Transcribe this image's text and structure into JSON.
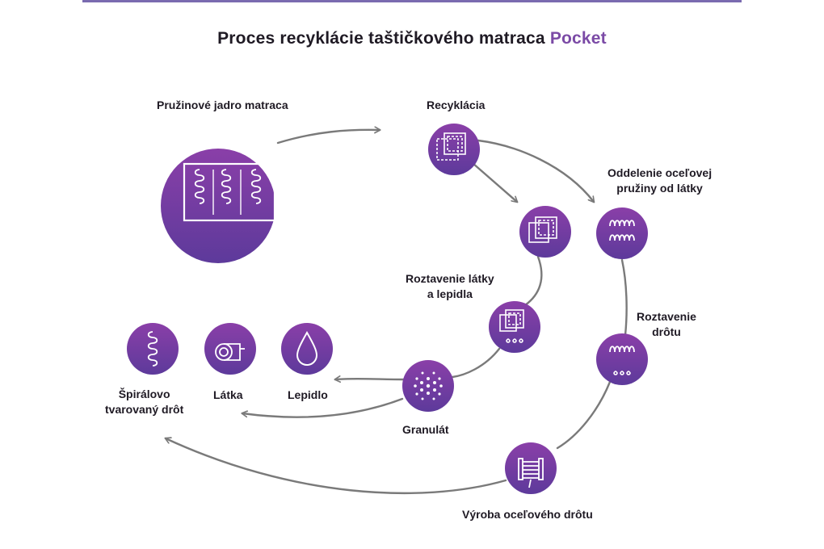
{
  "title": {
    "main": "Proces recyklácie taštičkového matraca ",
    "brand": "Pocket"
  },
  "nodes": [
    {
      "key": "core",
      "label": "Pružinové jadro matraca",
      "icon": "mattress-springs-icon"
    },
    {
      "key": "recycling",
      "label": "Recyklácia",
      "icon": "fabric-layers-stitched-icon"
    },
    {
      "key": "fabric",
      "label": "",
      "icon": "fabric-layers-icon"
    },
    {
      "key": "spring",
      "label": "",
      "icon": "coil-spring-icon"
    },
    {
      "key": "separation",
      "label_lines": [
        "Oddelenie oceľovej",
        "pružiny od látky"
      ]
    },
    {
      "key": "melt_fabric",
      "label_lines": [
        "Roztavenie látky",
        "a lepidla"
      ],
      "icon": "melting-fabric-icon"
    },
    {
      "key": "melt_wire",
      "label_lines": [
        "Roztavenie",
        "drôtu"
      ],
      "icon": "melting-spring-icon"
    },
    {
      "key": "granulate",
      "label": "Granulát",
      "icon": "granulate-icon"
    },
    {
      "key": "wire_production",
      "label": "Výroba oceľového drôtu",
      "icon": "wire-spool-icon"
    },
    {
      "key": "glue",
      "label": "Lepidlo",
      "icon": "drop-icon"
    },
    {
      "key": "cloth",
      "label": "Látka",
      "icon": "fabric-roll-icon"
    },
    {
      "key": "spiral_wire",
      "label_lines": [
        "Špirálovo",
        "tvarovaný drôt"
      ],
      "icon": "spiral-wire-icon"
    }
  ],
  "colors": {
    "circle_top": "#8a3fa8",
    "circle_bottom": "#5d3a9b",
    "arrow": "#7a7a7a",
    "accent": "#7b4aa6"
  }
}
